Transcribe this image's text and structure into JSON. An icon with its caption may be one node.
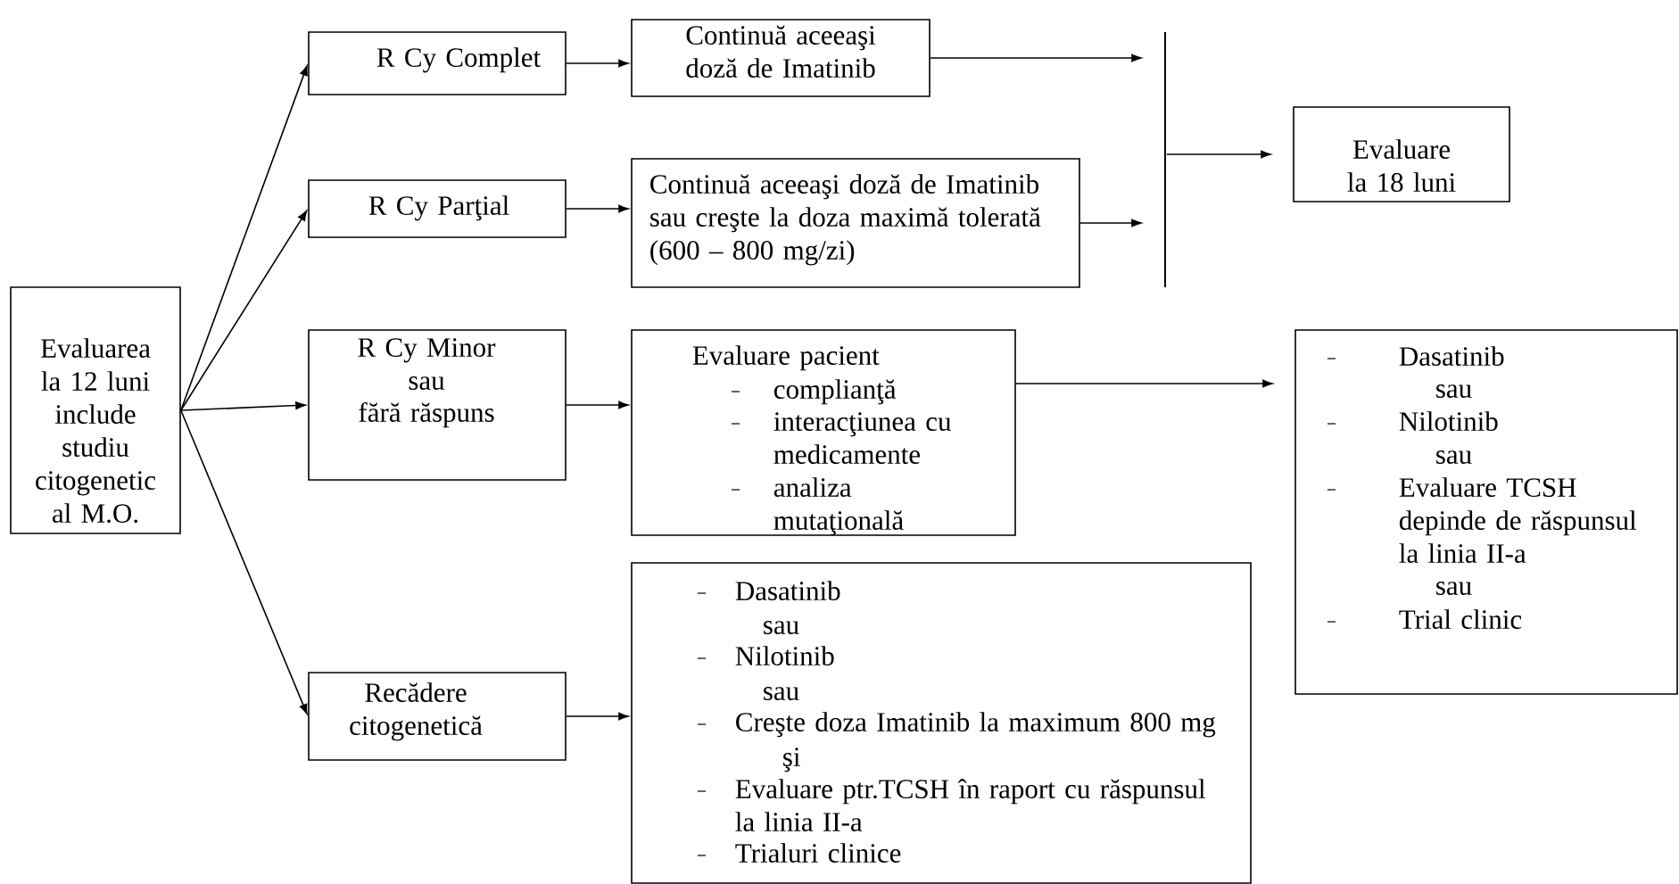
{
  "diagram": {
    "nodes": [
      {
        "text": [
          "Evaluarea la 12 luni include studiu citogenetic al M.O."
        ]
      },
      {
        "text": [
          "R Cy Complet"
        ]
      },
      {
        "text": [
          "R Cy Parţial"
        ]
      },
      {
        "text": [
          "R Cy Minor",
          "sau",
          "fără răspuns"
        ]
      },
      {
        "text": [
          "Recădere citogenetică"
        ]
      },
      {
        "text": [
          "Continuă aceeaşi doză de Imatinib"
        ]
      },
      {
        "text": [
          "Continuă aceeaşi doză de Imatinib sau creşte la doza maximă tolerată (600 – 800 mg/zi)"
        ]
      },
      {
        "text": [
          "Evaluare pacient",
          "complianţă",
          "interacţiunea cu medicamente",
          "analiza mutaţională"
        ]
      },
      {
        "text": [
          "Dasatinib",
          "sau",
          "Nilotinib",
          "sau",
          "Creşte doza Imatinib la maximum 800 mg",
          "şi",
          "Evaluare ptr.TCSH în raport cu răspunsul la linia II-a",
          "Trialuri clinice"
        ]
      },
      {
        "text": [],
        "shape": "bar"
      },
      {
        "text": [
          "Evaluare la 18 luni"
        ]
      },
      {
        "text": [
          "Dasatinib",
          "sau",
          "Nilotinib",
          "sau",
          "Evaluare TCSH depinde de răspunsul la linia II-a",
          "sau",
          "Trial clinic"
        ]
      }
    ],
    "edges": [
      {
        "from": 0,
        "to": 1,
        "arrow": "to"
      },
      {
        "from": 0,
        "to": 2,
        "arrow": "to"
      },
      {
        "from": 0,
        "to": 3,
        "arrow": "to"
      },
      {
        "from": 0,
        "to": 4,
        "arrow": "to"
      },
      {
        "from": 1,
        "to": 5,
        "arrow": "to"
      },
      {
        "from": 2,
        "to": 6,
        "arrow": "to"
      },
      {
        "from": 3,
        "to": 7,
        "arrow": "to"
      },
      {
        "from": 4,
        "to": 8,
        "arrow": "to"
      },
      {
        "from": 5,
        "to": 9,
        "arrow": "to"
      },
      {
        "from": 6,
        "to": 9,
        "arrow": "to"
      },
      {
        "from": 9,
        "to": 10,
        "arrow": "to"
      },
      {
        "from": 7,
        "to": 11,
        "arrow": "to"
      }
    ]
  }
}
